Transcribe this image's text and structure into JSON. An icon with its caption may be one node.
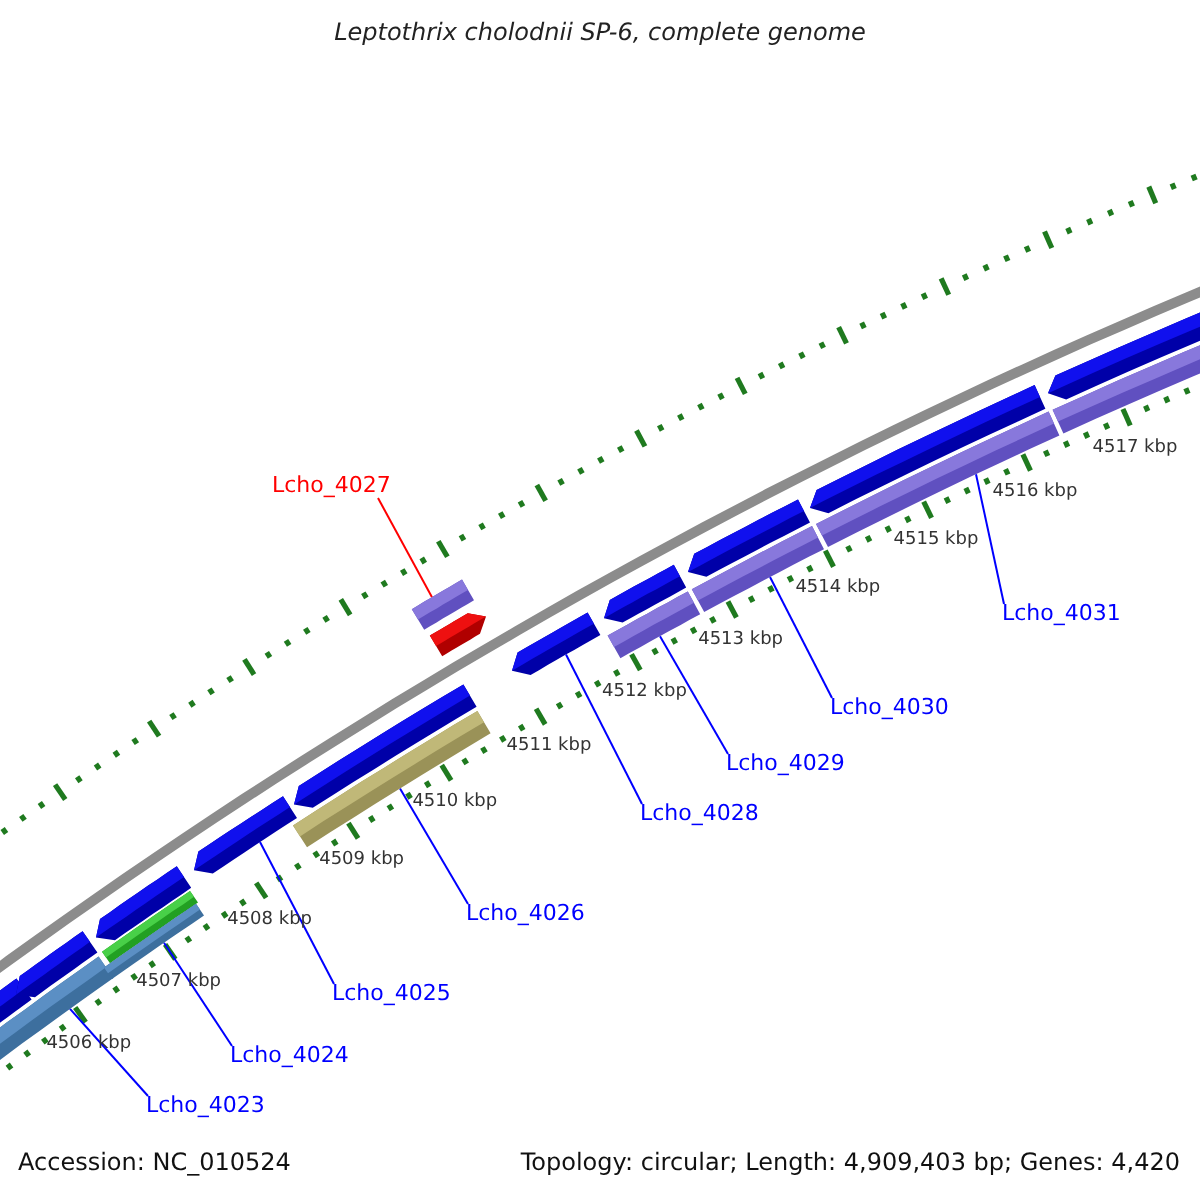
{
  "diagram": {
    "title": "Leptothrix cholodnii SP-6, complete genome",
    "nodes": [
      {
        "text": [
          "Lcho_4027"
        ]
      },
      {
        "text": [
          "Lcho_4031"
        ]
      },
      {
        "text": [
          "Lcho_4030"
        ]
      },
      {
        "text": [
          "Lcho_4029"
        ]
      },
      {
        "text": [
          "Lcho_4028"
        ]
      },
      {
        "text": [
          "Lcho_4026"
        ]
      },
      {
        "text": [
          "Lcho_4025"
        ]
      },
      {
        "text": [
          "Lcho_4024"
        ]
      },
      {
        "text": [
          "Lcho_4023"
        ]
      },
      {
        "text": [],
        "shape": "bar"
      },
      {
        "text": [],
        "shape": "arrow"
      },
      {
        "text": [],
        "shape": "arrow"
      },
      {
        "text": [],
        "shape": "arrow"
      },
      {
        "text": [],
        "shape": "bar"
      },
      {
        "text": [],
        "shape": "bar"
      },
      {
        "text": [],
        "shape": "arrow"
      },
      {
        "text": [],
        "shape": "arrow"
      },
      {
        "text": [],
        "shape": "bar"
      },
      {
        "text": [],
        "shape": "bar"
      },
      {
        "text": [],
        "shape": "arrow"
      },
      {
        "text": [],
        "shape": "arrow"
      },
      {
        "text": [],
        "shape": "arrow"
      },
      {
        "text": [],
        "shape": "bar"
      },
      {
        "text": [],
        "shape": "arrow"
      },
      {
        "text": [],
        "shape": "bar"
      },
      {
        "text": [],
        "shape": "arrow"
      },
      {
        "text": [],
        "shape": "bar"
      },
      {
        "text": [],
        "shape": "arrow"
      },
      {
        "text": [],
        "shape": "bar"
      }
    ],
    "edges": [
      {
        "from": 0,
        "to": 18,
        "arrow": "none",
        "color": "#ff0000"
      },
      {
        "from": 1,
        "to": 26,
        "arrow": "none"
      },
      {
        "from": 2,
        "to": 24,
        "arrow": "none"
      },
      {
        "from": 3,
        "to": 22,
        "arrow": "none"
      },
      {
        "from": 4,
        "to": 20,
        "arrow": "none"
      },
      {
        "from": 5,
        "to": 17,
        "arrow": "none"
      },
      {
        "from": 6,
        "to": 15,
        "arrow": "none"
      },
      {
        "from": 7,
        "to": 14,
        "arrow": "none"
      },
      {
        "from": 8,
        "to": 9,
        "arrow": "none"
      }
    ],
    "labels": [
      "4517 kbp",
      "4516 kbp",
      "4515 kbp",
      "4514 kbp",
      "4513 kbp",
      "4512 kbp",
      "4511 kbp",
      "4510 kbp",
      "4509 kbp",
      "4508 kbp",
      "4507 kbp",
      "4506 kbp",
      "Accession: NC_010524",
      "Topology: circular; Length: 4,909,403 bp; Genes: 4,420"
    ]
  }
}
